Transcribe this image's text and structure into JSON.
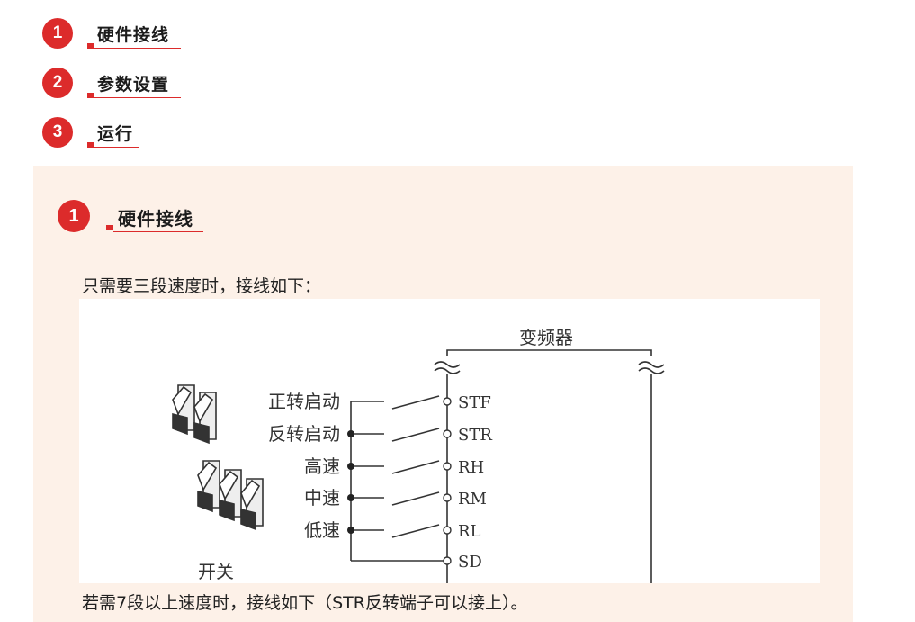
{
  "toc": [
    {
      "num": "1",
      "title": "硬件接线"
    },
    {
      "num": "2",
      "title": "参数设置"
    },
    {
      "num": "3",
      "title": "运行"
    }
  ],
  "section": {
    "num": "1",
    "title": "硬件接线"
  },
  "para1": "只需要三段速度时，接线如下：",
  "para2": "若需7段以上速度时，接线如下（STR反转端子可以接上）。",
  "diagram": {
    "inverter_label": "变频器",
    "switch_group_label": "开关",
    "switches": [
      "正转启动",
      "反转启动",
      "高速",
      "中速",
      "低速"
    ],
    "terminals": [
      "STF",
      "STR",
      "RH",
      "RM",
      "RL",
      "SD"
    ]
  }
}
